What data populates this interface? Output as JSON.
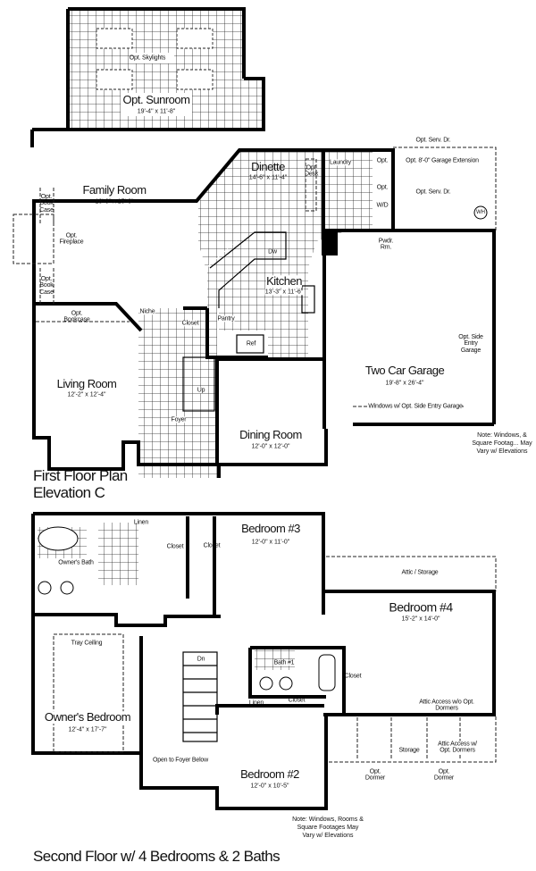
{
  "first_floor": {
    "title_line1": "First Floor Plan",
    "title_line2": "Elevation C",
    "skylights": "Opt. Skylights",
    "sunroom": {
      "name": "Opt. Sunroom",
      "dims": "19'-4\" x 11'-8\""
    },
    "dinette": {
      "name": "Dinette",
      "dims": "14'-6\" x 11'-4\""
    },
    "opt_desk": "Opt Desk",
    "laundry": "Laundry",
    "opt_1": "Opt.",
    "opt_2": "Opt.",
    "wd": "W/D",
    "serv_dr_1": "Opt. Serv. Dr.",
    "garage_ext": "Opt. 8'-0\" Garage Extension",
    "serv_dr_2": "Opt. Serv. Dr.",
    "wh": "WH",
    "family_room": {
      "name": "Family Room",
      "dims": "18'-9\" x 15'-0\""
    },
    "book_case_1": "Opt. Book Case",
    "fireplace": "Opt. Fireplace",
    "book_case_2": "Opt. Book Case",
    "dw": "Dw",
    "kitchen": {
      "name": "Kitchen",
      "dims": "13'-3\" x 11'-6\""
    },
    "pwdr": "Pwdr. Rm.",
    "niche": "Niche",
    "closet": "Closet",
    "pantry": "Pantry",
    "ref": "Ref",
    "bookcase": "Opt. Bookcase",
    "living_room": {
      "name": "Living Room",
      "dims": "12'-2\" x 12'-4\""
    },
    "up": "Up",
    "foyer": "Foyer",
    "dining_room": {
      "name": "Dining Room",
      "dims": "12'-0\" x 12'-0\""
    },
    "side_entry": "Opt. Side Entry Garage",
    "garage": {
      "name": "Two Car Garage",
      "dims": "19'-8\" x 26'-4\""
    },
    "garage_windows": "Windows w/ Opt. Side Entry Garage",
    "note": "Note: Windows, & Square Footag... May Vary w/ Elevations"
  },
  "second_floor": {
    "title": "Second Floor w/ 4 Bedrooms & 2 Baths",
    "linen_1": "Linen",
    "closet_1": "Closet",
    "closet_2": "Closet",
    "owners_bath": "Owner's Bath",
    "bedroom3": {
      "name": "Bedroom #3",
      "dims": "12'-0\" x 11'-0\""
    },
    "attic_storage": "Attic / Storage",
    "bedroom4": {
      "name": "Bedroom #4",
      "dims": "15'-2\" x 14'-0\""
    },
    "tray_ceiling": "Tray Ceiling",
    "dn": "Dn",
    "bath1": "Bath #1",
    "closet_3": "Closet",
    "linen_2": "Linen",
    "closet_4": "Closet",
    "attic_access_1": "Attic Access w/o Opt. Dormers",
    "owners_bedroom": {
      "name": "Owner's Bedroom",
      "dims": "12'-4\" x 17'-7\""
    },
    "storage": "Storage",
    "attic_access_2": "Attic Access w/ Opt. Dormers",
    "open_foyer": "Open to Foyer Below",
    "dormer_1": "Opt. Dormer",
    "dormer_2": "Opt. Dormer",
    "bedroom2": {
      "name": "Bedroom #2",
      "dims": "12'-0\" x 10'-5\""
    },
    "note": "Note: Windows, Rooms & Square Footages May Vary w/ Elevations"
  }
}
